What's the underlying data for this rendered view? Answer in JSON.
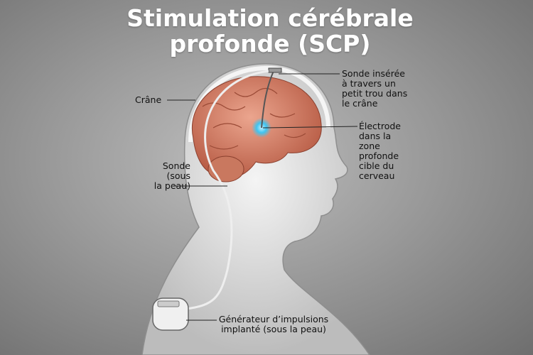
{
  "title": {
    "line1": "Stimulation cérébrale",
    "line2": "profonde (SCP)"
  },
  "labels": {
    "skull": "Crâne",
    "lead_inserted": [
      "Sonde insérée",
      "à travers un",
      "petit trou dans",
      "le crâne"
    ],
    "electrode": [
      "Électrode",
      "dans la",
      "zone",
      "profonde",
      "cible du",
      "cerveau"
    ],
    "lead_under_skin": [
      "Sonde",
      "(sous",
      "la peau)"
    ],
    "generator": [
      "Générateur d’impulsions",
      "implanté (sous la peau)"
    ]
  },
  "colors": {
    "brain": "#d9826a",
    "electrode_glow": "#3fc4f0",
    "skin": "#e6e6e6"
  }
}
